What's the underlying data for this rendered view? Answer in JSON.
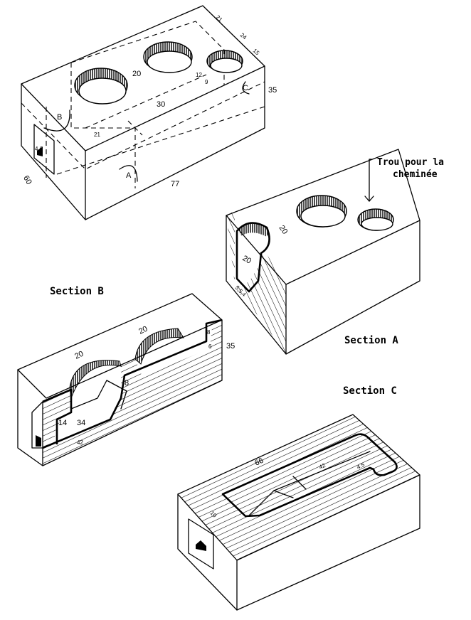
{
  "figure": {
    "main_view": {
      "dimensions": {
        "length": "77",
        "width": "60",
        "height": "35",
        "hole_diameter": "20",
        "hole_spacing": "30",
        "offset_21_left": "21",
        "offset_21_right": "21",
        "seg_24": "24",
        "seg_15": "15",
        "small_hole": "12",
        "small_offset": "9",
        "door": "4.6"
      },
      "section_marks": [
        "A",
        "B",
        "C"
      ]
    },
    "section_a": {
      "label": "Section A",
      "dimensions": {
        "radius": "20",
        "depth": "20",
        "base": "5,5,4"
      }
    },
    "section_b": {
      "label": "Section B",
      "dimensions": {
        "left_hole": "20",
        "right_hole": "20",
        "height": "35",
        "inner": "34",
        "step": "14",
        "base": "42",
        "mark": "8",
        "top_a": "8",
        "top_b": "6"
      }
    },
    "section_c": {
      "label": "Section C",
      "dimensions": {
        "outer": "66",
        "inner": "42",
        "notch": "4.5",
        "left_seg": "10"
      }
    },
    "annotation": {
      "line1": "Trou pour la",
      "line2": "cheminée"
    }
  }
}
